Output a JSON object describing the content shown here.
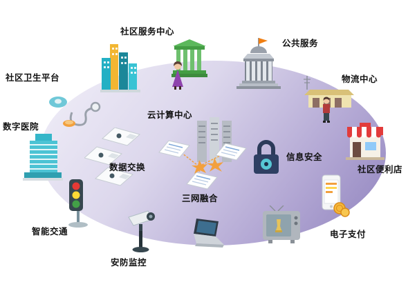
{
  "diagram": {
    "title": "smart-community-cloud-platform-diagram",
    "labels": {
      "community_service_center": "社区服务中心",
      "public_services": "公共服务",
      "community_health_platform": "社区卫生平台",
      "logistics_center": "物流中心",
      "cloud_computing_center": "云计算中心",
      "digital_hospital": "数字医院",
      "information_security": "信息安全",
      "community_convenience_store": "社区便利店",
      "data_exchange": "数据交换",
      "triple_play": "三网融合",
      "intelligent_transportation": "智能交通",
      "electronic_payment": "电子支付",
      "security_monitoring": "安防监控"
    },
    "icons": {
      "community_service_center": "city-buildings-icon",
      "public_services": "bank-building-icon",
      "community_health_platform": "stethoscope-icon",
      "logistics_center": "warehouse-icon",
      "cloud_computing_center": "server-racks-icon",
      "digital_hospital": "hospital-building-icon",
      "information_security": "padlock-icon",
      "community_convenience_store": "storefront-icon",
      "data_exchange": "floppy-disks-icon",
      "triple_play": "documents-network-icon",
      "intelligent_transportation": "traffic-light-icon",
      "electronic_payment": "smartphone-coins-icon",
      "security_monitoring": "cctv-camera-icon",
      "extra_devices": [
        "laptop-icon",
        "tv-icon",
        "receptionist-icon",
        "courier-icon"
      ]
    },
    "colors": {
      "ellipse_gradient_start": "#f2f0f9",
      "ellipse_gradient_end": "#8f82bd",
      "label_text": "#111111",
      "accent_orange": "#f2a03d",
      "accent_teal": "#35b6c9",
      "accent_red": "#e23b3b",
      "lock_teal": "#57c7d4"
    }
  }
}
